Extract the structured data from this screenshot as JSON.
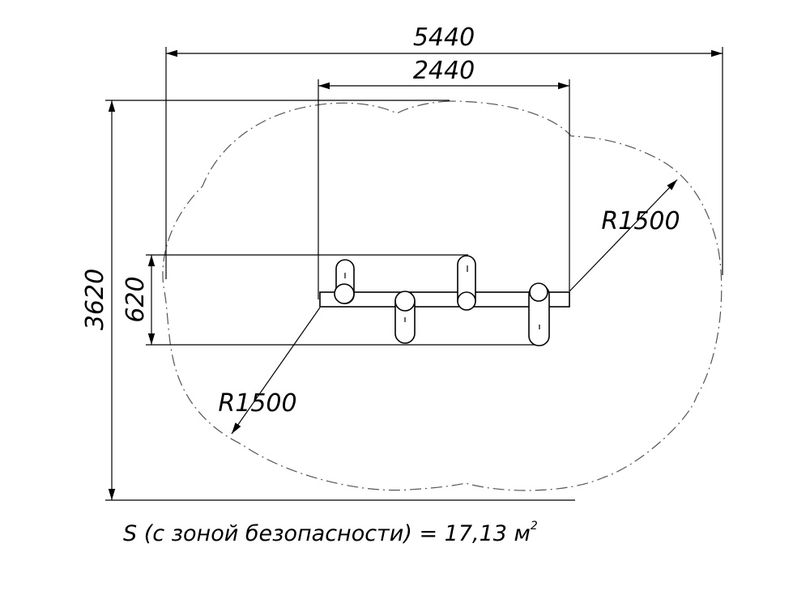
{
  "dimensions": {
    "overall_width": "5440",
    "inner_width": "2440",
    "overall_height": "3620",
    "equipment_height": "620",
    "radius_top": "R1500",
    "radius_bottom": "R1500"
  },
  "note": {
    "text": "S (с зоной безопасности) = 17,13 м",
    "superscript": "2"
  }
}
